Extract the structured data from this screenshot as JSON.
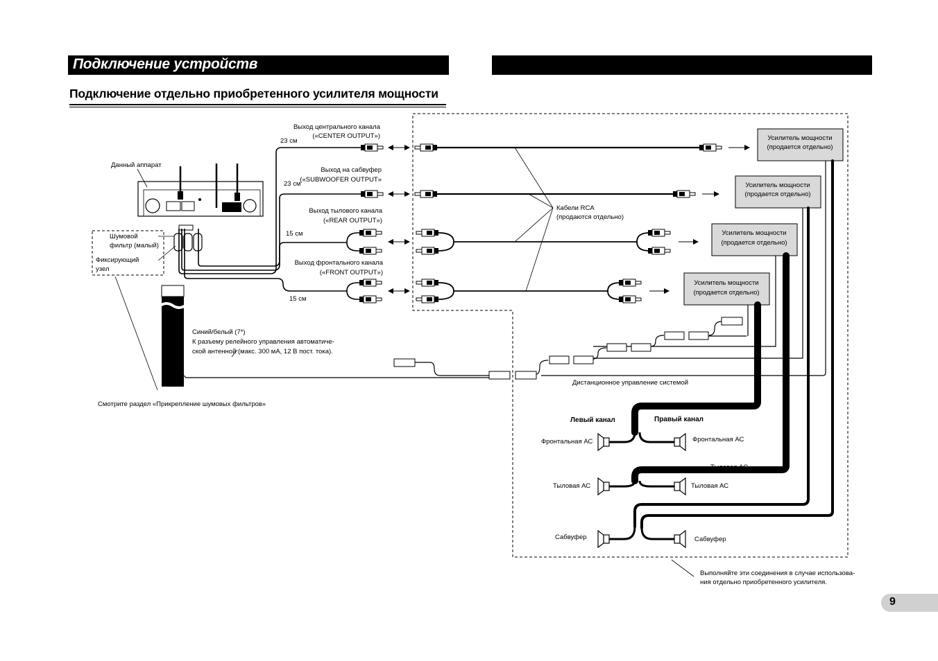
{
  "header": {
    "section_title": "Подключение устройств",
    "subsection_title": "Подключение отдельно приобретенного усилителя мощности"
  },
  "labels": {
    "unit": "Данный аппарат",
    "noise_filter_1": "Шумовой",
    "noise_filter_2": "фильтр (малый)",
    "clamp_1": "Фиксирующий",
    "clamp_2": "узел",
    "see_section": "Смотрите раздел «Прикрепление шумовых фильтров»",
    "center_out_1": "Выход центрального канала",
    "center_out_2": "(«CENTER OUTPUT»)",
    "sub_out_1": "Выход на сабвуфер",
    "sub_out_2": "(«SUBWOOFER OUTPUT»",
    "rear_out_1": "Выход тылового канала",
    "rear_out_2": "(«REAR OUTPUT»)",
    "front_out_1": "Выход фронтального канала",
    "front_out_2": "(«FRONT OUTPUT»)",
    "len_23_a": "23 см",
    "len_23_b": "23 см",
    "len_15_a": "15 см",
    "len_15_b": "15 см",
    "rca_1": "Кабели RCA",
    "rca_2": "(продаются отдельно)",
    "amp_1": "Усилитель мощности",
    "amp_2": "(продается отдельно)",
    "blue_white": "Синий/белый (7*)",
    "relay_1": "К разъему релейного управления автоматиче-",
    "relay_2": "ской антенной (макс. 300 мА, 12 В пост. тока).",
    "remote": "Дистанционное управление системой",
    "left_ch": "Левый канал",
    "right_ch": "Правый канал",
    "front_l": "Фронтальная АС",
    "front_r": "Фронтальная АС",
    "rear_l": "Тыловая АС",
    "rear_r": "Тыловая АС",
    "rear_overlap": "Тыловая АС",
    "sub_l": "Сабвуфер",
    "sub_r": "Сабвуфер",
    "note_1": "Выполняйте эти соединения в случае использова-",
    "note_2": "ния отдельно приобретенного усилителя."
  },
  "page": {
    "number": "9"
  },
  "colors": {
    "black": "#000000",
    "amp_fill": "#d9d9d9",
    "page_tab": "#d0d0d0"
  }
}
